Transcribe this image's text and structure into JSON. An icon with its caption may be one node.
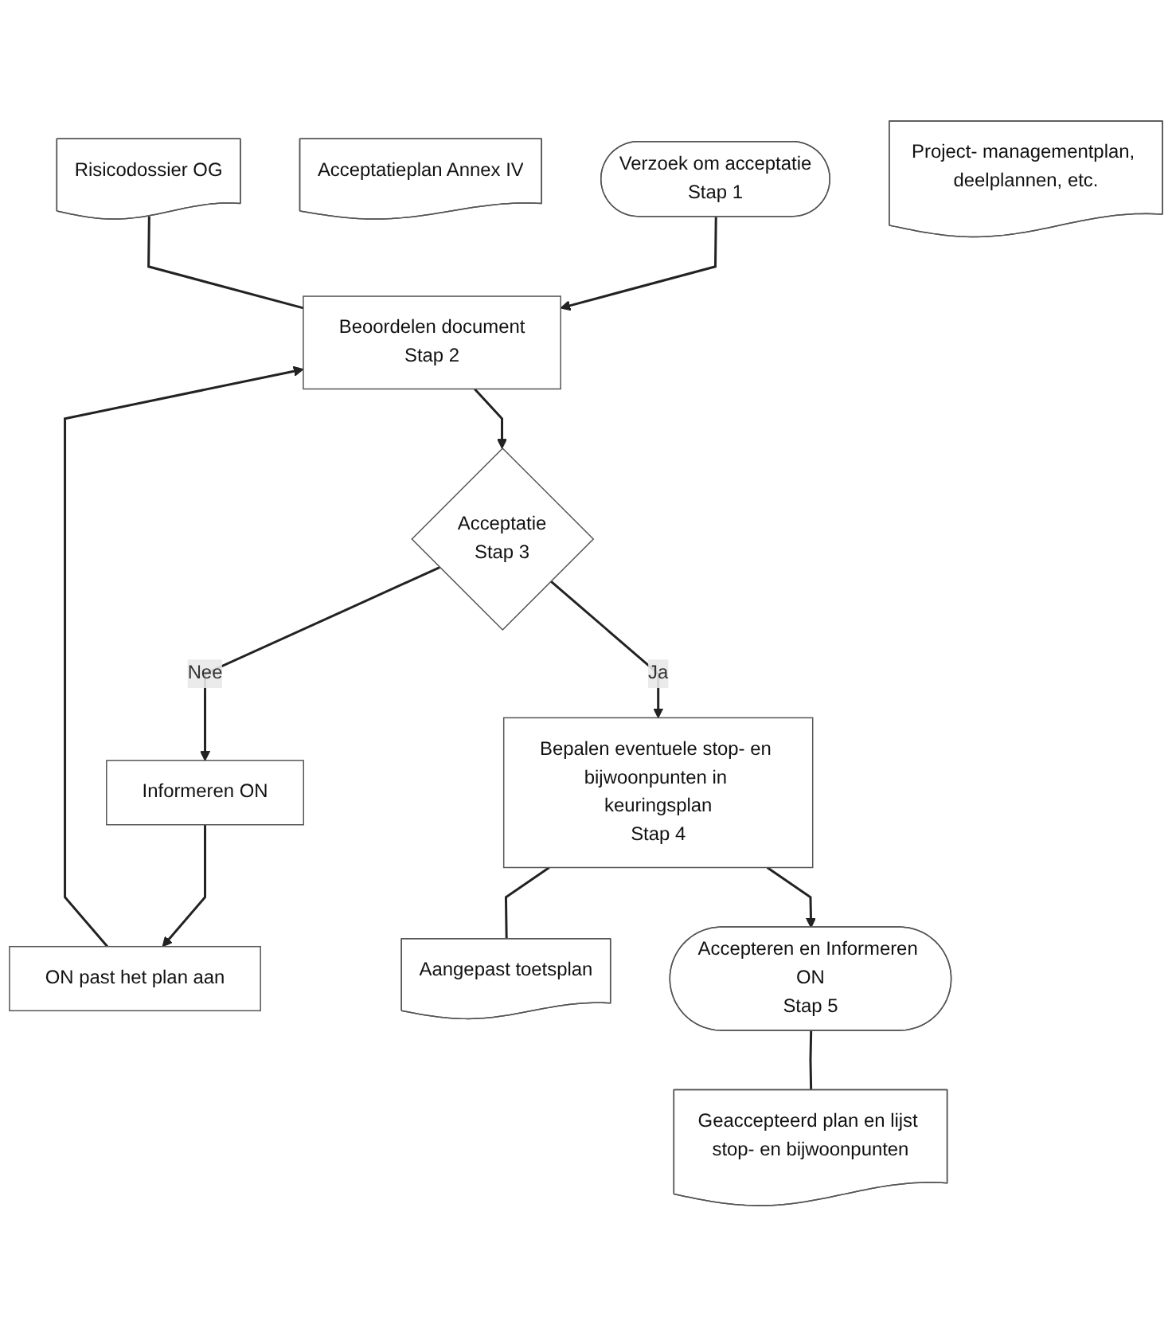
{
  "diagram": {
    "nodes": [
      {
        "text": [
          "Verzoek om acceptatie",
          "Stap 1"
        ]
      },
      {
        "text": [
          "Acceptatieplan Annex IV"
        ]
      },
      {
        "text": [
          "Risicodossier OG"
        ]
      },
      {
        "text": [
          "Project- managementplan, deelplannen, etc."
        ]
      },
      {
        "text": [
          "Beoordelen document",
          "Stap 2"
        ]
      },
      {
        "text": [
          "ON past het plan aan"
        ]
      },
      {
        "text": [
          "Acceptatie",
          "Stap 3"
        ]
      },
      {
        "text": [
          "Informeren ON"
        ]
      },
      {
        "text": [
          "Bepalen eventuele stop- en bijwoonpunten in keuringsplan",
          "Stap 4"
        ]
      },
      {
        "text": [
          "Aangepast toetsplan"
        ]
      },
      {
        "text": [
          "Accepteren en Informeren ON",
          "Stap 5"
        ]
      },
      {
        "text": [
          "Geaccepteerd plan en lijst stop- en bijwoonpunten"
        ]
      }
    ],
    "edges": [
      {
        "from": 0,
        "to": 4,
        "arrow": "to"
      },
      {
        "from": 2,
        "to": 4,
        "arrow": "none"
      },
      {
        "from": 5,
        "to": 4,
        "arrow": "to"
      },
      {
        "from": 4,
        "to": 6,
        "arrow": "to"
      },
      {
        "from": 6,
        "to": 7,
        "label": "Nee",
        "arrow": "to"
      },
      {
        "from": 7,
        "to": 5,
        "arrow": "to"
      },
      {
        "from": 6,
        "to": 8,
        "label": "Ja",
        "arrow": "to"
      },
      {
        "from": 8,
        "to": 9,
        "arrow": "none"
      },
      {
        "from": 8,
        "to": 10,
        "arrow": "to"
      },
      {
        "from": 10,
        "to": 11,
        "arrow": "none"
      }
    ]
  }
}
